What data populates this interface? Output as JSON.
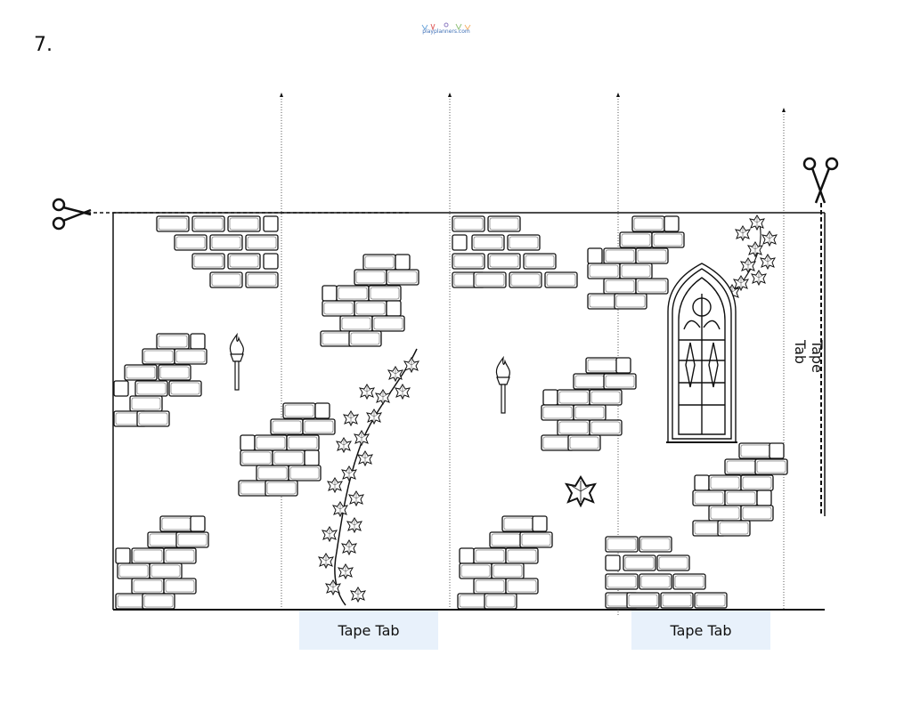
{
  "page": {
    "number": "7.",
    "logo_text": "playplanners.com"
  },
  "tabs": {
    "bottom_left": "Tape Tab",
    "bottom_right": "Tape Tab",
    "side": "Tape Tab"
  },
  "icons": {
    "cut_top_left": "scissors-icon",
    "cut_top_right": "scissors-icon",
    "torch": "torch-icon",
    "ivy": "ivy-vine-icon",
    "window": "gothic-window-icon",
    "leaf": "ivy-leaf-icon"
  },
  "colors": {
    "line": "#111111",
    "tab_fill": "#e8f1fb"
  }
}
